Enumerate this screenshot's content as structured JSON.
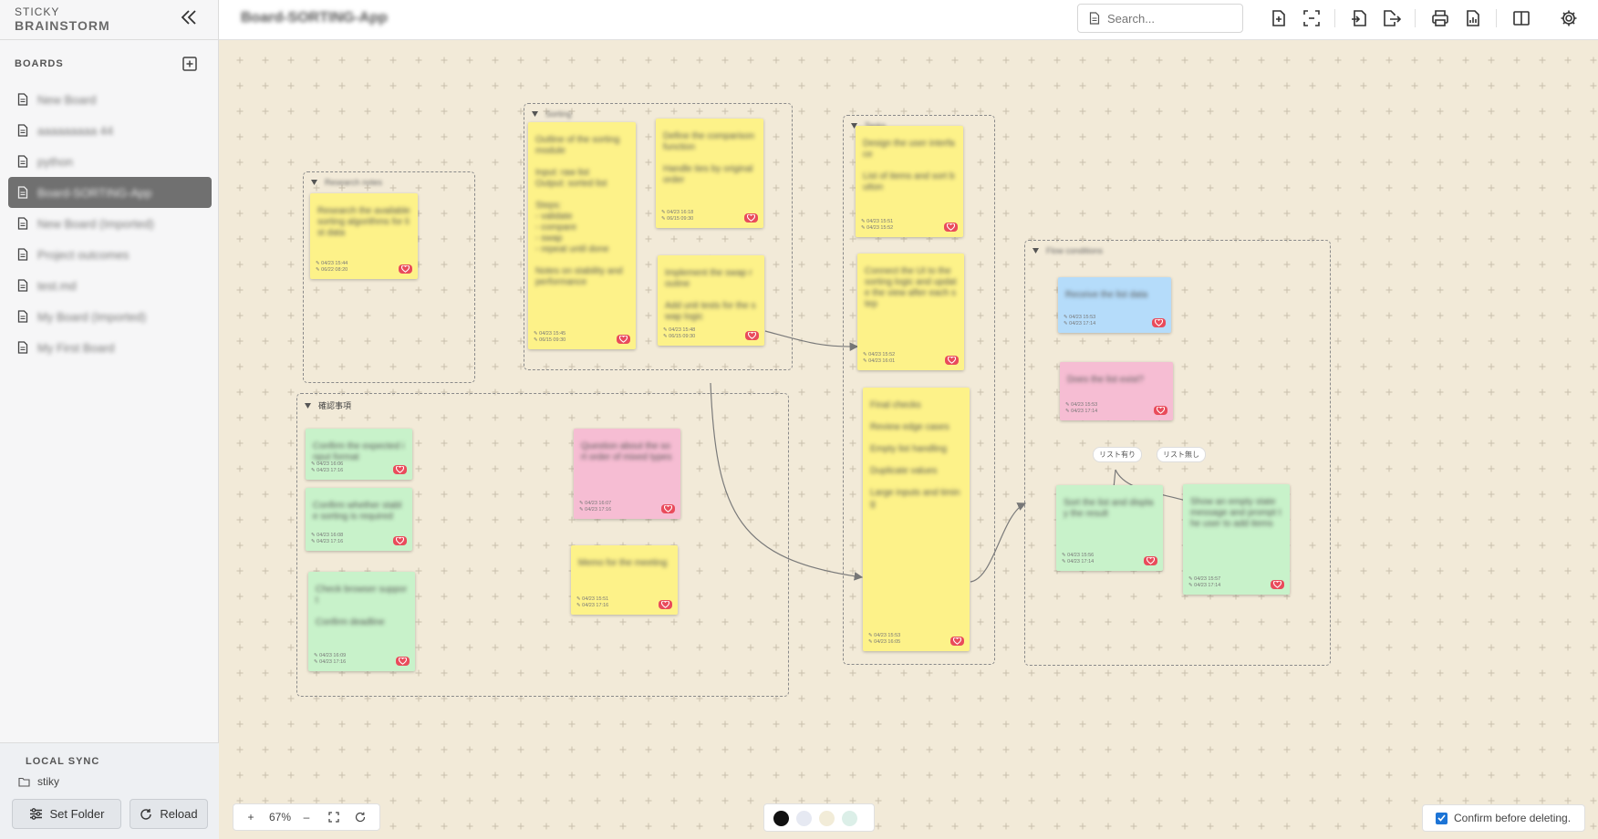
{
  "app": {
    "brand_top": "STICKY",
    "brand_bottom": "BRAINSTORM"
  },
  "sidebar": {
    "boards_heading": "BOARDS",
    "boards": [
      {
        "label": "New Board"
      },
      {
        "label": "aaaaaaaaa 44"
      },
      {
        "label": "python"
      },
      {
        "label": "Board-SORTING-App"
      },
      {
        "label": "New Board (Imported)"
      },
      {
        "label": "Project outcomes"
      },
      {
        "label": "test.md"
      },
      {
        "label": "My Board (Imported)"
      },
      {
        "label": "My First Board"
      }
    ]
  },
  "sync": {
    "heading": "LOCAL SYNC",
    "folder": "stiky",
    "set_folder_label": "Set Folder",
    "reload_label": "Reload"
  },
  "topbar": {
    "board_title": "Board-SORTING-App",
    "search_placeholder": "Search..."
  },
  "canvas": {
    "groups": [
      {
        "title": "Research notes",
        "title_blurred": true
      },
      {
        "title": "Sorting",
        "title_blurred": true
      },
      {
        "title": "確認事項",
        "title_blurred": false
      },
      {
        "title": "Tasks",
        "title_blurred": true
      },
      {
        "title": "Flow conditions",
        "title_blurred": true
      }
    ],
    "notes": [
      {
        "color": "yellow",
        "text": "Research the available sorting algorithms for list data",
        "created": "04/23 15:44",
        "edited": "06/22 08:20"
      },
      {
        "color": "yellow",
        "text": "Outline of the sorting module\n\nInput: raw list\nOutput: sorted list\n\nSteps:\n- validate\n- compare\n- swap\n- repeat until done\n\nNotes on stability and performance",
        "created": "04/23 15:45",
        "edited": "06/15 09:30"
      },
      {
        "color": "yellow",
        "text": "Define the comparison function\n\nHandle ties by original order",
        "created": "04/23 16:18",
        "edited": "06/15 09:30"
      },
      {
        "color": "yellow",
        "text": "Implement the swap routine\n\nAdd unit tests for the swap logic",
        "created": "04/23 15:48",
        "edited": "06/15 09:30"
      },
      {
        "color": "yellow",
        "text": "Design the user interface\n\nList of items and sort button",
        "created": "04/23 15:51",
        "edited": "04/23 15:52"
      },
      {
        "color": "yellow",
        "text": "Connect the UI to the sorting logic and update the view after each step",
        "created": "04/23 15:52",
        "edited": "04/23 16:01"
      },
      {
        "color": "yellow",
        "text": "Final checks\n\nReview edge cases\n\nEmpty list handling\n\nDuplicate values\n\nLarge inputs and timing",
        "created": "04/23 15:53",
        "edited": "04/23 16:05"
      },
      {
        "color": "green",
        "text": "Confirm the expected input format",
        "created": "04/23 16:06",
        "edited": "04/23 17:16"
      },
      {
        "color": "green",
        "text": "Confirm whether stable sorting is required",
        "created": "04/23 16:08",
        "edited": "04/23 17:16"
      },
      {
        "color": "green",
        "text": "Check browser support\n\nConfirm deadline",
        "created": "04/23 16:09",
        "edited": "04/23 17:16"
      },
      {
        "color": "pink",
        "text": "Question about the sort order of mixed types",
        "created": "04/23 16:07",
        "edited": "04/23 17:16"
      },
      {
        "color": "yellow",
        "text": "Memo for the meeting",
        "created": "04/23 15:51",
        "edited": "04/23 17:16"
      },
      {
        "color": "blue",
        "text": "Receive the list data",
        "created": "04/23 15:53",
        "edited": "04/23 17:14"
      },
      {
        "color": "pink",
        "text": "Does the list exist?",
        "created": "04/23 15:53",
        "edited": "04/23 17:14"
      },
      {
        "color": "green",
        "text": "Sort the list and display the result",
        "created": "04/23 15:56",
        "edited": "04/23 17:14"
      },
      {
        "color": "green",
        "text": "Show an empty state message and prompt the user to add items",
        "created": "04/23 15:57",
        "edited": "04/23 17:14"
      }
    ],
    "edge_labels": [
      "リスト有り",
      "リスト無し"
    ]
  },
  "zoom": {
    "plus": "+",
    "level": "67%",
    "minus": "–"
  },
  "palette": {
    "colors": [
      "#111111",
      "#e6e9f2",
      "#f2ecd8",
      "#dcefe8"
    ]
  },
  "confirm": {
    "label": "Confirm before deleting.",
    "checked": true
  },
  "colors": {
    "canvas_bg": "#f2ead8",
    "yellow": "#fdf289",
    "green": "#c8f2ca",
    "blue": "#b5dcfa",
    "pink": "#f6bdd3",
    "heart": "#e94b5b",
    "active_board": "#707070"
  }
}
